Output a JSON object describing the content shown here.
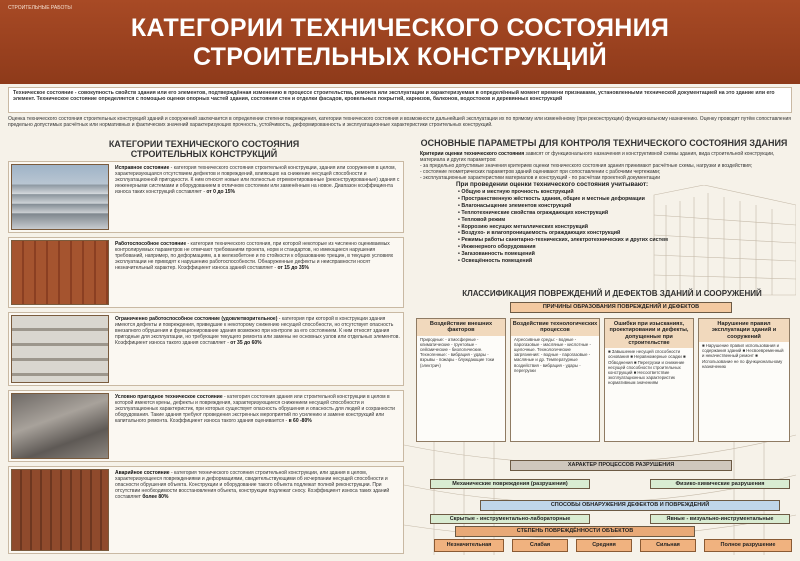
{
  "header": {
    "series": "СТРОИТЕЛЬНЫЕ РАБОТЫ",
    "title_line1": "КАТЕГОРИИ ТЕХНИЧЕСКОГО СОСТОЯНИЯ",
    "title_line2": "СТРОИТЕЛЬНЫХ КОНСТРУКЦИЙ"
  },
  "definition": "Техническое состояние - совокупность свойств здания или его элементов, подтверждённая изменению в процессе строительства, ремонта или эксплуатации и характеризуемая в определённый момент времени признаками, установленными технической документацией на это здание или его элемент. Техническое состояние определяется с помощью оценки опорных частей здания, состояния стен и отделки фасадов, кровельных покрытий, карнизов, балконов, водостоков и деревянных конструкций",
  "intro": "Оценка технического состояния строительных конструкций зданий и сооружений заключается в определении степени повреждения, категории технического состояния и возможности дальнейшей эксплуатации их по прямому или изменённому (при реконструкции) функциональному назначению. Оценку проводят путём сопоставления предельно допустимых расчётных или нормативных и фактических значений характеризующих прочность, устойчивость, деформированность и эксплуатационные характеристики строительных конструкций.",
  "left": {
    "heading_line1": "КАТЕГОРИИ ТЕХНИЧЕСКОГО СОСТОЯНИЯ",
    "heading_line2": "СТРОИТЕЛЬНЫХ КОНСТРУКЦИЙ",
    "categories": [
      {
        "name": "Исправное состояние",
        "text": " - категория технического состояния строительной конструкции, здания или сооружения в целом, характеризующаяся отсутствием дефектов и повреждений, влияющих на снижение несущей способности и эксплуатационной пригодности. К ним относят новые или полностью отремонтированные (реконструированные) здания с инженерными системами и оборудованием в отличном состоянии или заменённым на новое. Диапазон коэффициента износа таких конструкций составляет - ",
        "wear": "от 0 до 15%"
      },
      {
        "name": "Работоспособное состояние",
        "text": " - категория технического состояния, при которой некоторые из численно оцениваемых контролируемых параметров не отвечают требованиям проекта, норм и стандартов, но имеющиеся нарушения требований, например, по деформациям, а в железобетоне и по стойкости к образованию трещин, в текущих условиях эксплуатации не приводят к нарушению работоспособности. Обнаруженные дефекты и неисправности носят незначительный характер. Коэффициент износа зданий составляет - ",
        "wear": "от 15 до 35%"
      },
      {
        "name": "Ограниченно работоспособное состояние (удовлетворительное)",
        "text": " - категория при которой в конструкции здания имеются дефекты и повреждения, приведшие к некоторому снижению несущей способности, но отсутствует опасность внезапного обрушения и функционирование здания возможно при контроле за его состоянием. К ним относят здания пригодные для эксплуатации, но требующие текущего ремонта или замены не основных узлов или отдельных элементов. Коэффициент износа такого здания составляет - ",
        "wear": "от 35 до 60%"
      },
      {
        "name": "Условно пригодное техническое состояние",
        "text": " - категория состояния здания или строительной конструкции в целом в которой имеются крены, дефекты и повреждения, характеризующиеся снижением несущей способности и эксплуатационных характеристик, при которых существует опасность обрушения и опасность для людей и сохранности оборудования. Такие здания требуют проведения экстренных мероприятий по усилению и замене конструкций или капитального ремонта. Коэффициент износа такого здания оценивается - ",
        "wear": "в 60 -80%"
      },
      {
        "name": "Аварийное состояние",
        "text": " - категория технического состояния строительной конструкции, или здания в целом, характеризующееся повреждениями и деформациями, свидетельствующими об исчерпании несущей способности и опасности обрушения объекта. Конструкции и оборудование такого объекта подлежат полной реконструкции. При отсутствии необходимости восстановления объекта, конструкции подлежат сносу. Коэффициент износа таких зданий составляет ",
        "wear": "более 80%"
      }
    ]
  },
  "right": {
    "heading": "ОСНОВНЫЕ ПАРАМЕТРЫ ДЛЯ КОНТРОЛЯ ТЕХНИЧЕСКОГО СОСТОЯНИЯ ЗДАНИЯ",
    "criteria_lead": "Критерии оценки технического состояния",
    "criteria_text": " зависят от функционального назначения и конструктивной схемы здания, вида строительной конструкции, материала и других параметров:",
    "criteria_1": "- за предельно допустимые значения критериев оценки технического состояния здания принимают расчётные схемы, нагрузки и воздействия;",
    "criteria_2": "- состояние геометрических параметров зданий оценивают при сопоставлении с рабочими чертежами;",
    "criteria_3": "- эксплуатационные характеристики материалов и конструкций - по расчётам проектной документации",
    "subheading": "При проведении оценки технического состояния учитывают:",
    "items": [
      "Общую и местную прочность конструкций",
      "Пространственную жёсткость здания, общие и местные деформации",
      "Влагонасыщение элементов конструкций",
      "Теплотехнические свойства ограждающих конструкций",
      "Тепловой режим",
      "Коррозию несущих металлических конструкций",
      "Воздухо- и влагопроницаемость ограждающих конструкций",
      "Режимы работы санитарно-технических, электротехнических и других систем",
      "Инженерного оборудования",
      "Загазованность помещений",
      "Освещённость помещений"
    ],
    "classification_heading": "КЛАССИФИКАЦИЯ ПОВРЕЖДЕНИЙ И ДЕФЕКТОВ ЗДАНИЙ И СООРУЖЕНИЙ"
  },
  "diagram": {
    "causes": "ПРИЧИНЫ ОБРАЗОВАНИЯ ПОВРЕЖДЕНИЙ И ДЕФЕКТОВ",
    "columns": [
      {
        "title": "Воздействие внешних факторов",
        "body": "Природные: - атмосферные - климатические - грунтовые - сейсмические - биологические. Техногенные: - вибрация - удары - взрывы - пожары - блуждающие токи (электрич)"
      },
      {
        "title": "Воздействие технологических процессов",
        "body": "Агрессивные среды: - водные - парогазовые - масляные - кислотные - щелочные. Технологические загрязнения: - водные - парогазовые - масляные и др. Температурные воздействия - вибрация - удары - перегрузки"
      },
      {
        "title": "Ошибки при изысканиях, проектировании и дефекты, допущенные при строительстве",
        "body": "■ Завышение несущей способности основания ■ Неравномерные осадки ■ Обводнения ■ Перегрузки и снижение несущей способности строительных конструкций ■ Несоответствие эксплуатационных характеристик нормативным значениям"
      },
      {
        "title": "Нарушение правил эксплуатации зданий и сооружений",
        "body": "■ Нарушение правил использования и содержания зданий ■ Несвоевременный и некачественный ремонт ■ Использование не по функциональному назначению"
      }
    ],
    "character": "ХАРАКТЕР ПРОЦЕССОВ РАЗРУШЕНИЯ",
    "mechanical": "Механические повреждения (разрушения)",
    "physchem": "Физико-химические разрушения",
    "detection": "СПОСОБЫ ОБНАРУЖЕНИЯ ДЕФЕКТОВ И ПОВРЕЖДЕНИЙ",
    "hidden": "Скрытые - инструментально-лабораторные",
    "visible": "Явные - визуально-инструментальные",
    "degree": "СТЕПЕНЬ ПОВРЕЖДЁННОСТИ ОБЪЕКТОВ",
    "degrees": [
      "Незначительная",
      "Слабая",
      "Средняя",
      "Сильная",
      "Полное разрушение"
    ]
  },
  "colors": {
    "header": "#9c421f",
    "causes": "#f3c9a0",
    "character": "#cfc7bd",
    "mechanical": "#d9ecd2",
    "detection": "#bfd6ea",
    "degree": "#e8a977",
    "degree_item": "#f0b27f"
  }
}
